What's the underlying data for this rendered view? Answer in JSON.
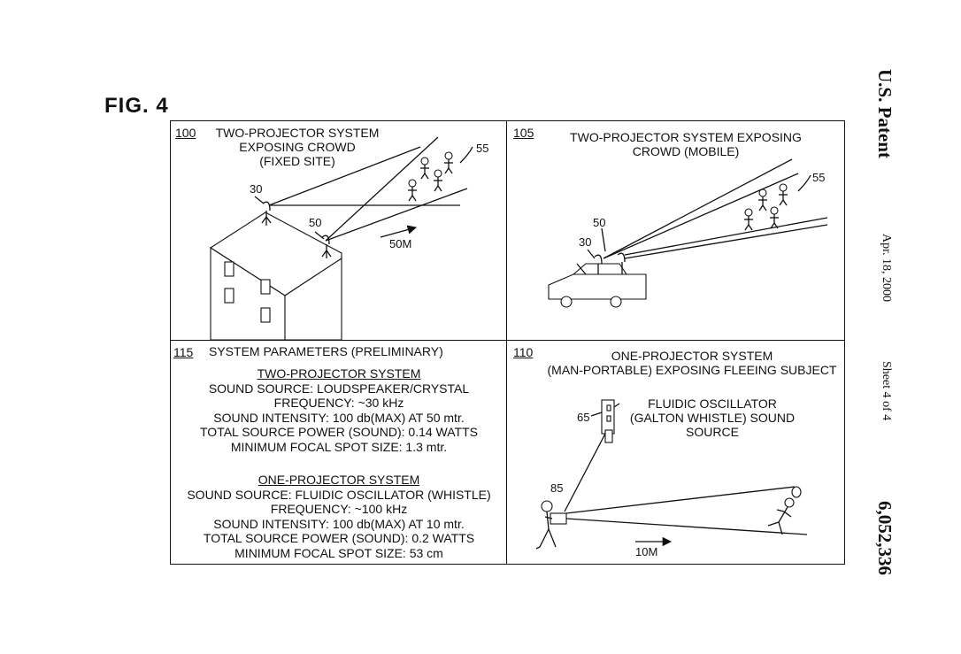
{
  "figure": {
    "label": "FIG. 4"
  },
  "header": {
    "publication": "U.S. Patent",
    "date": "Apr. 18, 2000",
    "sheet": "Sheet 4 of 4",
    "patent_number": "6,052,336"
  },
  "panels": {
    "p100": {
      "ref": "100",
      "title_lines": [
        "TWO-PROJECTOR SYSTEM",
        "EXPOSING CROWD",
        "(FIXED SITE)"
      ],
      "labels": {
        "crowd": "55",
        "projector_a": "30",
        "projector_b": "50",
        "scale": "50M"
      }
    },
    "p105": {
      "ref": "105",
      "title_lines": [
        "TWO-PROJECTOR SYSTEM EXPOSING",
        "CROWD (MOBILE)"
      ],
      "labels": {
        "crowd": "55",
        "projector_b": "50",
        "projector_a": "30"
      }
    },
    "p115": {
      "ref": "115",
      "title": "SYSTEM PARAMETERS (PRELIMINARY)",
      "two_projector": {
        "heading": "TWO-PROJECTOR SYSTEM",
        "lines": [
          "SOUND SOURCE: LOUDSPEAKER/CRYSTAL",
          "FREQUENCY: ~30 kHz",
          "SOUND INTENSITY: 100 db(MAX) AT 50 mtr.",
          "TOTAL SOURCE POWER (SOUND): 0.14 WATTS",
          "MINIMUM FOCAL SPOT SIZE: 1.3 mtr."
        ]
      },
      "one_projector": {
        "heading": "ONE-PROJECTOR SYSTEM",
        "lines": [
          "SOUND SOURCE: FLUIDIC OSCILLATOR (WHISTLE)",
          "FREQUENCY: ~100 kHz",
          "SOUND INTENSITY: 100 db(MAX) AT 10 mtr.",
          "TOTAL SOURCE POWER (SOUND): 0.2 WATTS",
          "MINIMUM FOCAL SPOT SIZE: 53 cm"
        ]
      }
    },
    "p110": {
      "ref": "110",
      "title_lines": [
        "ONE-PROJECTOR SYSTEM",
        "(MAN-PORTABLE) EXPOSING FLEEING SUBJECT"
      ],
      "source_lines": [
        "FLUIDIC OSCILLATOR",
        "(GALTON WHISTLE) SOUND",
        "SOURCE"
      ],
      "labels": {
        "source": "65",
        "operator": "85",
        "scale": "10M"
      }
    }
  }
}
